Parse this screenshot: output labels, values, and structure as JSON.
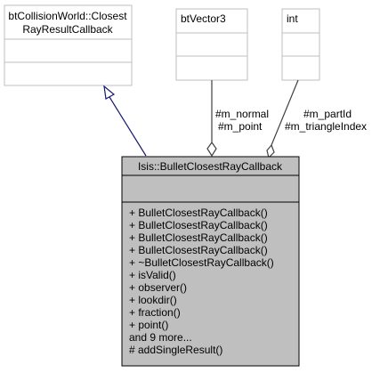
{
  "base_class": {
    "name_lines": [
      "btCollisionWorld::Closest",
      "RayResultCallback"
    ]
  },
  "vector_class": {
    "name": "btVector3"
  },
  "int_class": {
    "name": "int"
  },
  "main_class": {
    "name": "Isis::BulletClosestRayCallback",
    "public_methods": [
      "+ BulletClosestRayCallback()",
      "+ BulletClosestRayCallback()",
      "+ BulletClosestRayCallback()",
      "+ BulletClosestRayCallback()",
      "+ ~BulletClosestRayCallback()",
      "+ isValid()",
      "+ observer()",
      "+ lookdir()",
      "+ fraction()",
      "+ point()",
      "and 9 more...",
      "# addSingleResult()"
    ]
  },
  "edges": {
    "vector_labels": [
      "#m_normal",
      "#m_point"
    ],
    "int_labels": [
      "#m_partId",
      "#m_triangleIndex"
    ]
  },
  "colors": {
    "box_border_light": "#bfbfbf",
    "main_fill": "#bfbfbf",
    "main_border": "#000000",
    "inheritance_arrow": "#191970",
    "composition_arrow": "#404040"
  }
}
